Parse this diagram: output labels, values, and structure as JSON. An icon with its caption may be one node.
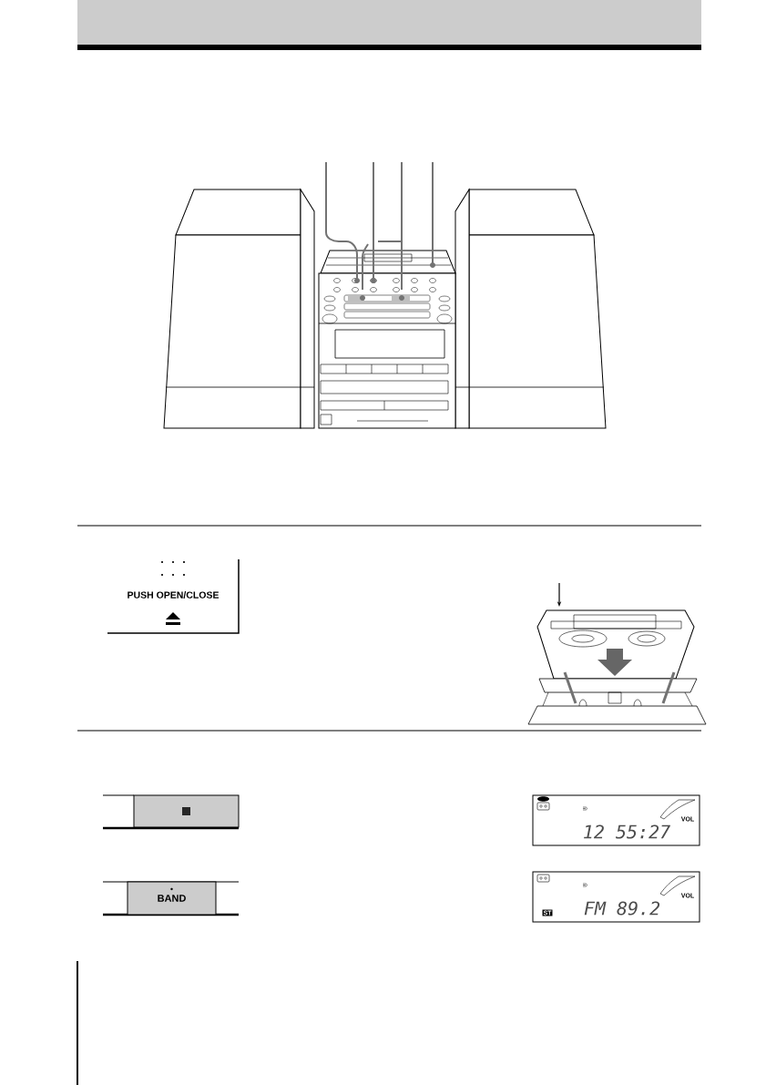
{
  "diagram": {
    "nodes": [
      {
        "text": [
          "PUSH OPEN/CLOSE"
        ]
      },
      {
        "text": [],
        "shape": "box"
      },
      {
        "text": [
          "VOL",
          "12 55:27"
        ]
      },
      {
        "text": [
          "BAND"
        ]
      },
      {
        "text": [
          "VOL",
          "ST",
          "FM 89.2"
        ]
      }
    ]
  }
}
